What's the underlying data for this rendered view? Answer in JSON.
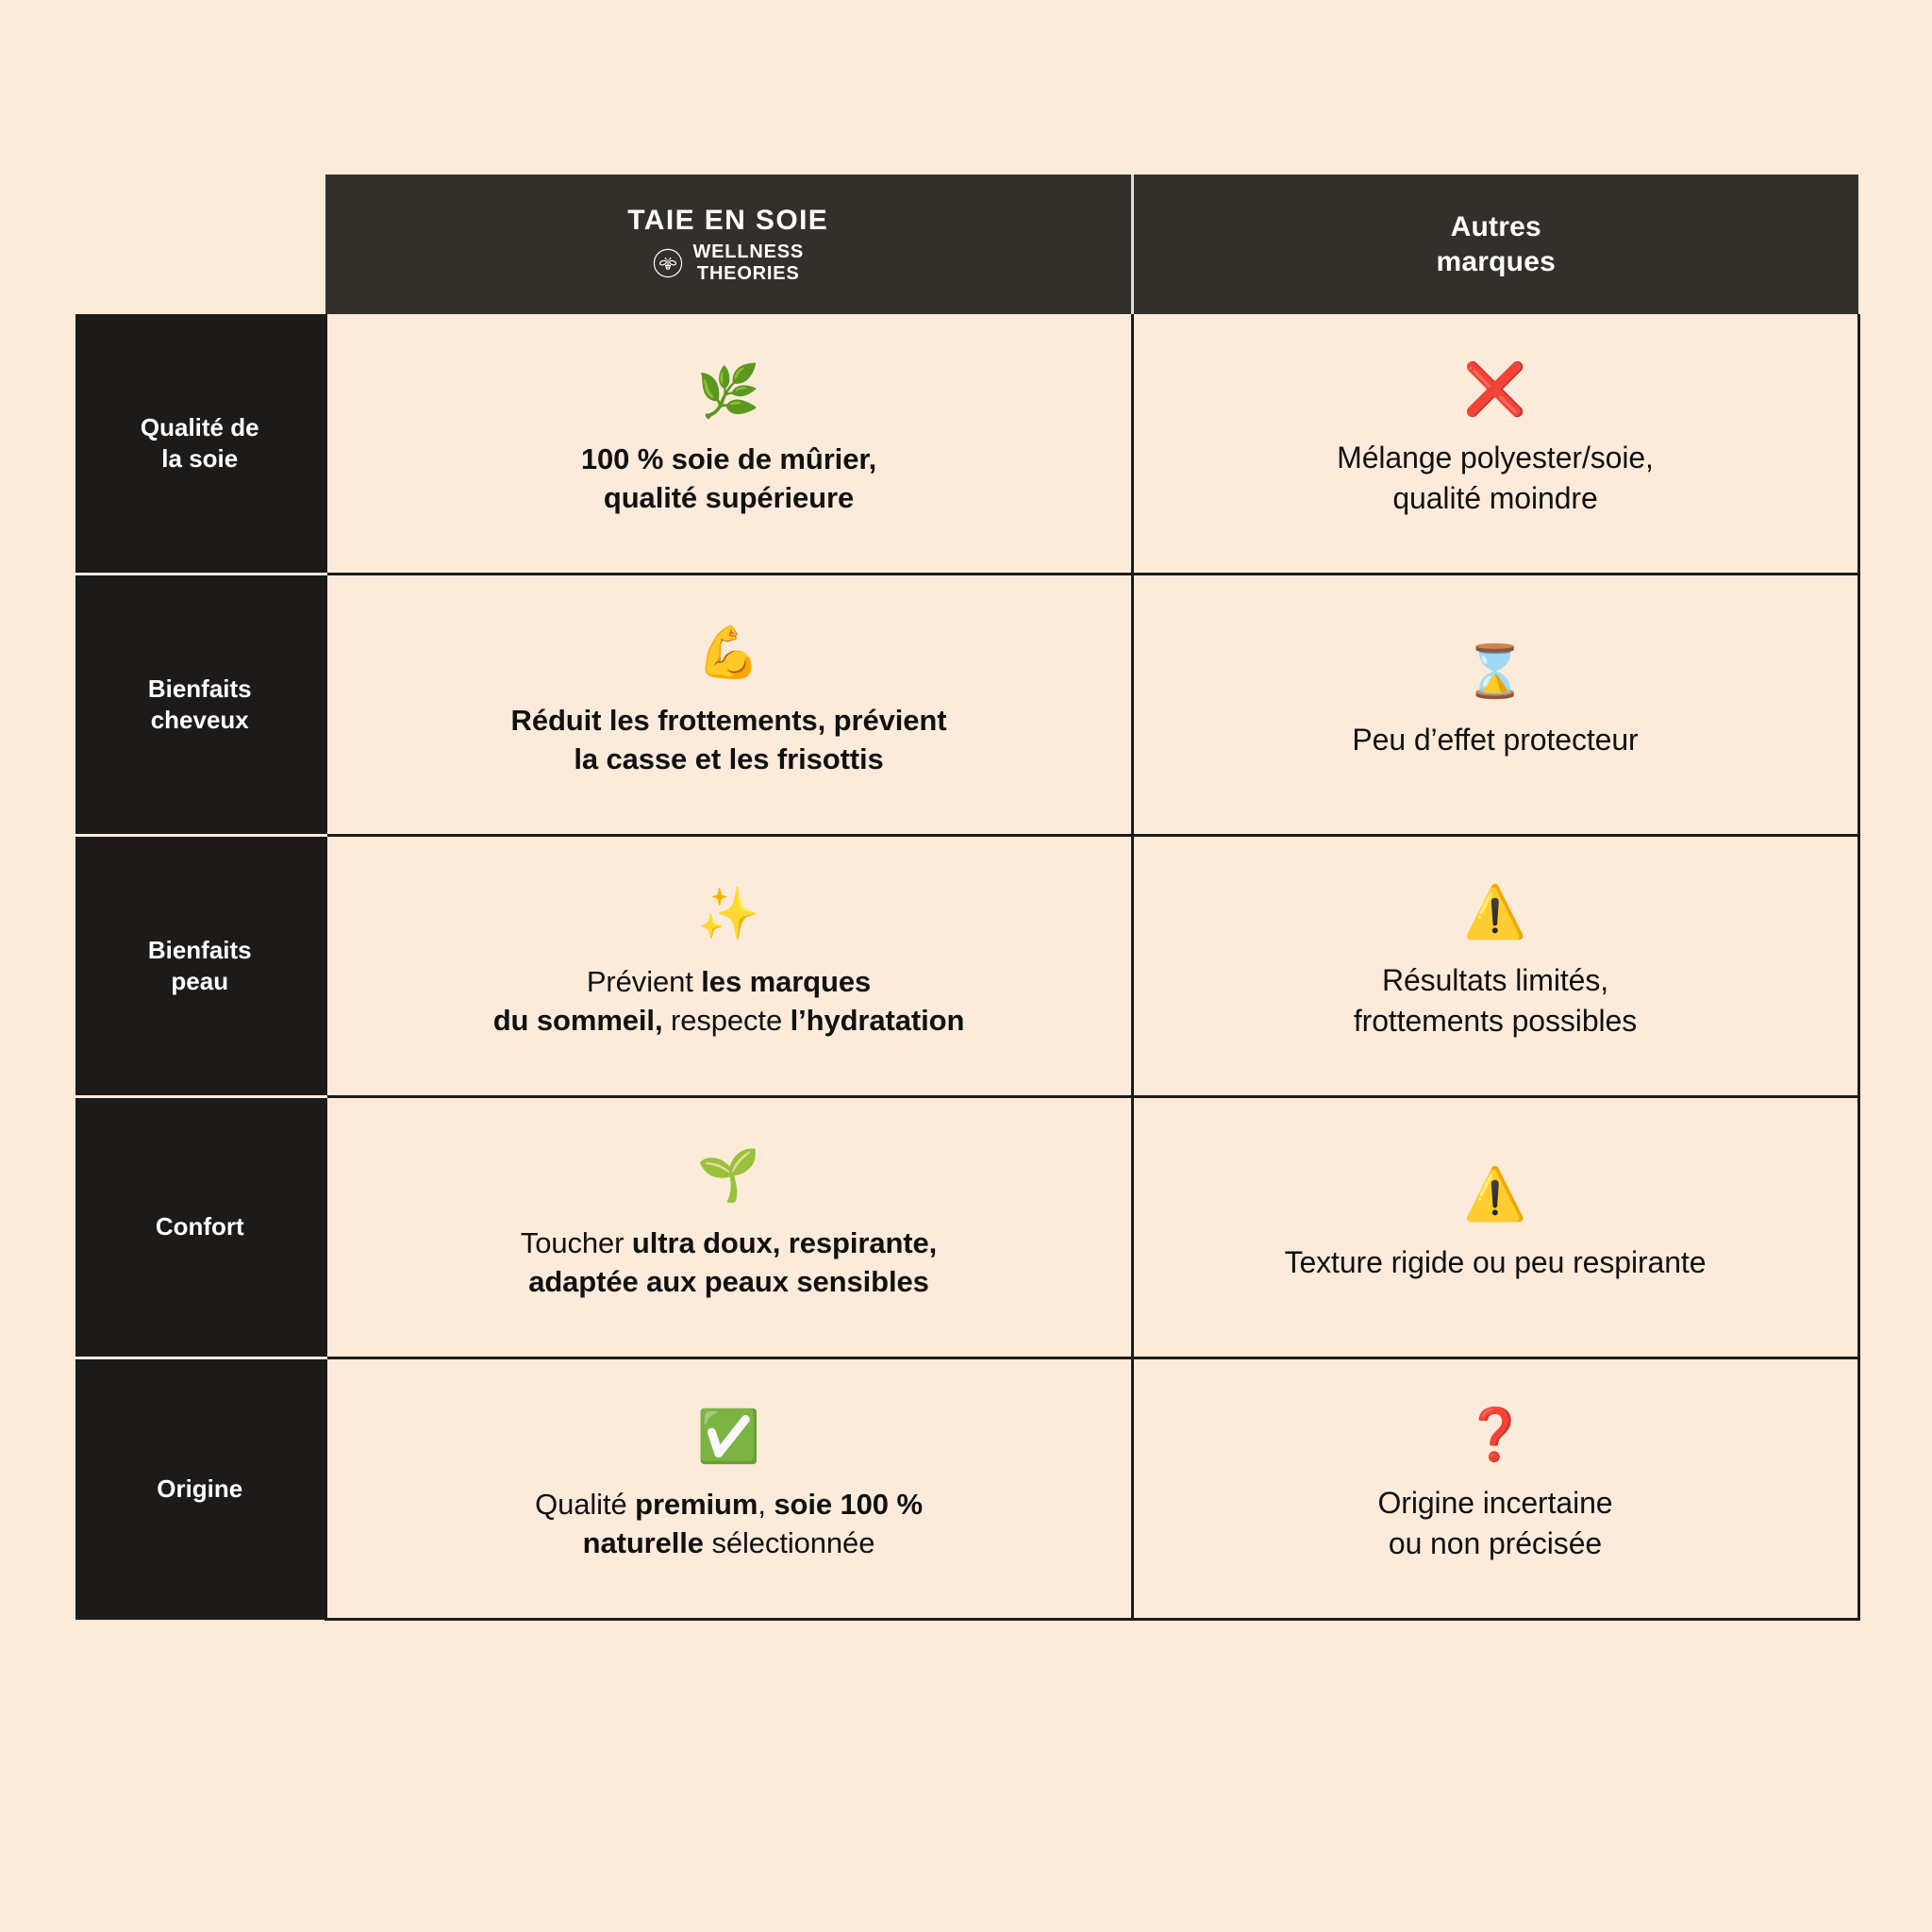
{
  "theme": {
    "background": "#fcebda",
    "header_bg": "#332f2b",
    "label_bg": "#1c1b1a",
    "cell_bg": "#fcebda",
    "text_dark": "#111111",
    "text_light": "#ffffff",
    "border": "#1c1b1a",
    "accent_red": "#d81f26",
    "accent_green": "#21a637",
    "accent_yellow": "#f5c518"
  },
  "header": {
    "label_column": "",
    "ours": {
      "title": "TAIE EN SOIE",
      "brand_line1": "WELLNESS",
      "brand_line2": "THEORIES",
      "logo_icon": "bee-in-circle-icon"
    },
    "other": {
      "title_line1": "Autres",
      "title_line2": "marques"
    }
  },
  "rows": [
    {
      "label": "Qualité de\nla soie",
      "label_line1": "Qualité de",
      "label_line2": "la soie",
      "ours": {
        "icon": "herb-leaf-emoji",
        "icon_glyph": "🌿",
        "text": "100 % soie de mûrier,\nqualité supérieure",
        "line1": "100 % soie de mûrier,",
        "line2": "qualité supérieure",
        "bold": "all"
      },
      "other": {
        "icon": "red-cross-mark-emoji",
        "icon_glyph": "❌",
        "text": "Mélange polyester/soie,\nqualité moindre",
        "line1": "Mélange polyester/soie,",
        "line2": "qualité moindre"
      }
    },
    {
      "label": "Bienfaits\ncheveux",
      "label_line1": "Bienfaits",
      "label_line2": "cheveux",
      "ours": {
        "icon": "flexed-biceps-emoji",
        "icon_glyph": "💪",
        "text": "Réduit les frottements, prévient\nla casse et les frisottis",
        "line1": "Réduit les frottements, prévient",
        "line2": "la casse et les frisottis",
        "bold": "all"
      },
      "other": {
        "icon": "hourglass-emoji",
        "icon_glyph": "⌛",
        "text": "Peu d’effet protecteur",
        "line1": "Peu d’effet protecteur",
        "line2": ""
      }
    },
    {
      "label": "Bienfaits\npeau",
      "label_line1": "Bienfaits",
      "label_line2": "peau",
      "ours": {
        "icon": "sparkles-emoji",
        "icon_glyph": "✨",
        "text": "Prévient les marques du sommeil, respecte l’hydratation",
        "segments": [
          {
            "t": "Prévient ",
            "b": false
          },
          {
            "t": "les marques",
            "b": true
          },
          {
            "t": "\n",
            "b": false
          },
          {
            "t": "du sommeil,",
            "b": true
          },
          {
            "t": " respecte ",
            "b": false
          },
          {
            "t": "l’hydratation",
            "b": true
          }
        ],
        "bold": "mixed"
      },
      "other": {
        "icon": "warning-triangle-emoji",
        "icon_glyph": "⚠️",
        "text": "Résultats limités,\nfrottements possibles",
        "line1": "Résultats limités,",
        "line2": "frottements possibles"
      }
    },
    {
      "label": "Confort",
      "label_line1": "Confort",
      "label_line2": "",
      "ours": {
        "icon": "seedling-emoji",
        "icon_glyph": "🌱",
        "text": "Toucher ultra doux, respirante, adaptée aux peaux sensibles",
        "segments": [
          {
            "t": "Toucher ",
            "b": false
          },
          {
            "t": "ultra doux, respirante,",
            "b": true
          },
          {
            "t": "\n",
            "b": false
          },
          {
            "t": "adaptée aux peaux sensibles",
            "b": true
          }
        ],
        "bold": "mixed"
      },
      "other": {
        "icon": "warning-triangle-emoji",
        "icon_glyph": "⚠️",
        "text": "Texture rigide ou peu respirante",
        "line1": "Texture rigide ou peu respirante",
        "line2": ""
      }
    },
    {
      "label": "Origine",
      "label_line1": "Origine",
      "label_line2": "",
      "ours": {
        "icon": "green-check-mark-emoji",
        "icon_glyph": "✅",
        "text": "Qualité premium, soie 100 % naturelle sélectionnée",
        "segments": [
          {
            "t": "Qualité ",
            "b": false
          },
          {
            "t": "premium",
            "b": true
          },
          {
            "t": ", ",
            "b": false
          },
          {
            "t": "soie 100 %",
            "b": true
          },
          {
            "t": "\n",
            "b": false
          },
          {
            "t": "naturelle",
            "b": true
          },
          {
            "t": " sélectionnée",
            "b": false
          }
        ],
        "bold": "mixed"
      },
      "other": {
        "icon": "red-question-mark-emoji",
        "icon_glyph": "❓",
        "text": "Origine incertaine\nou non précisée",
        "line1": "Origine incertaine",
        "line2": "ou non précisée"
      }
    }
  ]
}
